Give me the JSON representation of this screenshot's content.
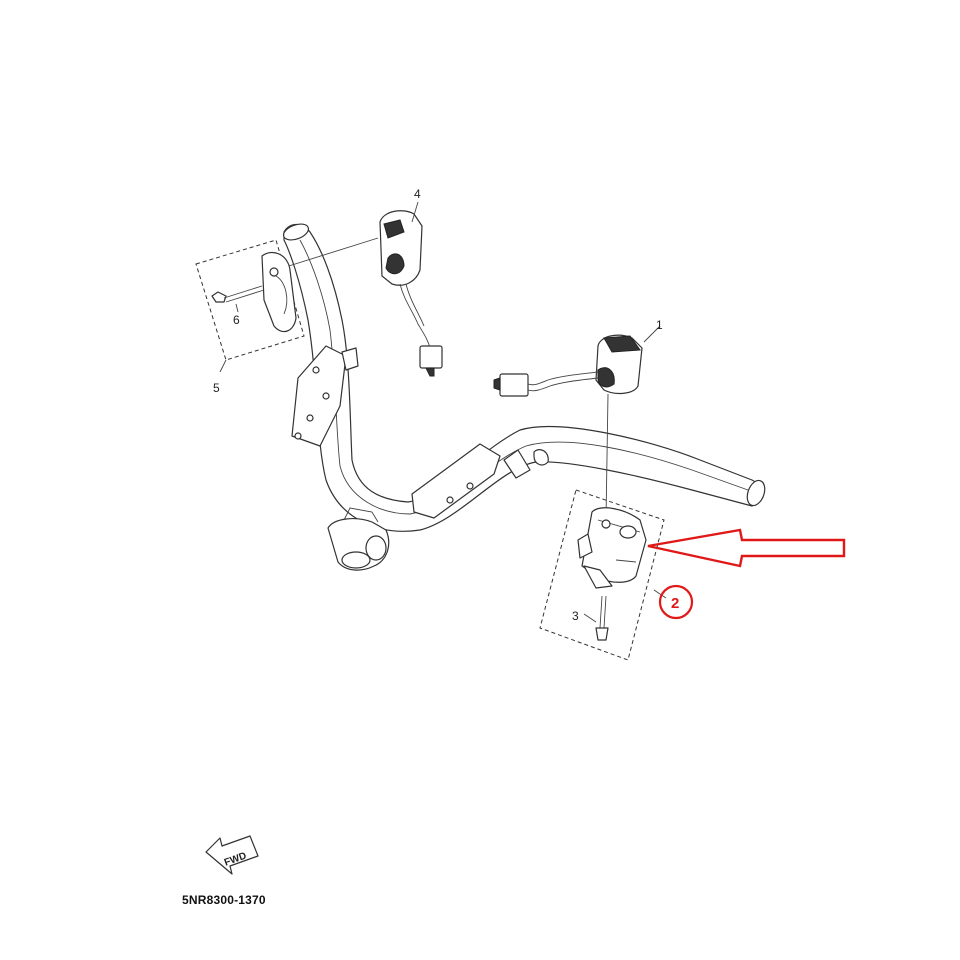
{
  "callouts": {
    "p1": "1",
    "p2": "2",
    "p3": "3",
    "p4": "4",
    "p5": "5",
    "p6": "6"
  },
  "fwd_label": "FWD",
  "drawing_code": "5NR8300-1370",
  "colors": {
    "highlight": "#e01818",
    "line": "#333333",
    "background": "#ffffff"
  },
  "icons": {
    "direction": "fwd-arrow-icon",
    "highlight": "red-pointer-arrow-icon"
  }
}
